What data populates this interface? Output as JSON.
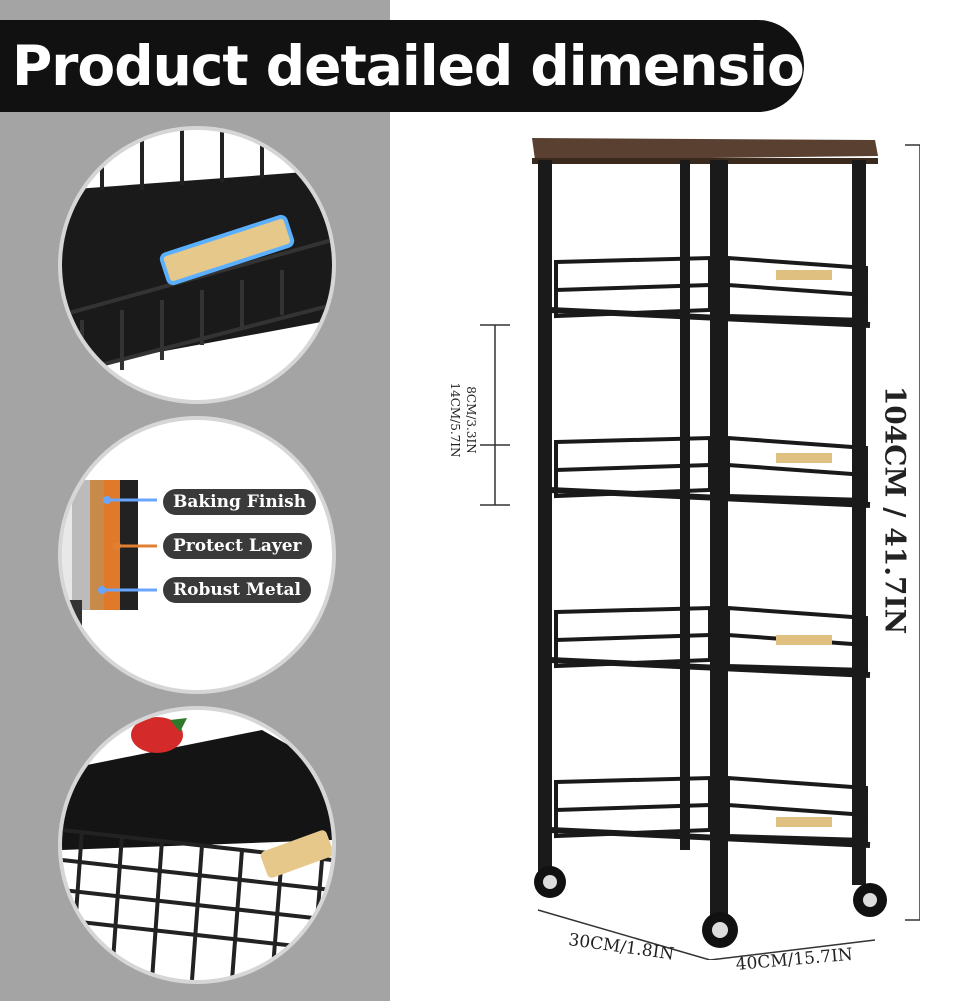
{
  "header": {
    "title": "Product detailed dimensions"
  },
  "details": {
    "layers": [
      {
        "label": "Baking Finish"
      },
      {
        "label": "Protect Layer"
      },
      {
        "label": "Robust Metal"
      }
    ]
  },
  "dimensions": {
    "height": "104CM / 41.7IN",
    "shelf_gap_1": "14CM/5.7IN",
    "shelf_gap_2": "8CM/3.3IN",
    "depth": "30CM/1.8IN",
    "width": "40CM/15.7IN"
  },
  "colors": {
    "left_panel": "#a4a4a4",
    "banner": "#111111",
    "wood": "#5a4030",
    "metal": "#1a1a1a",
    "handle": "#e0c080"
  }
}
